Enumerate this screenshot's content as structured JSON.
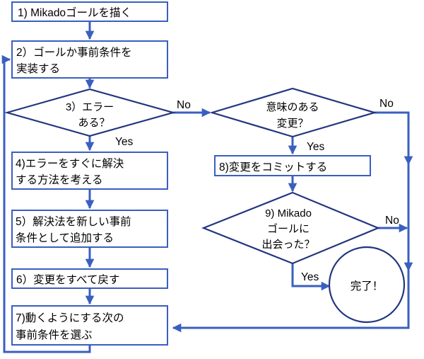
{
  "diagram": {
    "title": "Mikado Method flowchart",
    "colors": {
      "box_stroke": "#3A5FC0",
      "diamond_stroke": "#22357E",
      "connector": "#3A5FC0",
      "text": "#000000",
      "background": "#ffffff"
    },
    "nodes": {
      "n1": {
        "shape": "box",
        "lines": [
          "1) Mikadoゴールを描く"
        ]
      },
      "n2": {
        "shape": "box",
        "lines": [
          "2）ゴールか事前条件を",
          "実装する"
        ]
      },
      "n3": {
        "shape": "diamond",
        "lines": [
          "3）エラー",
          "ある？"
        ]
      },
      "n4": {
        "shape": "box",
        "lines": [
          "4)エラーをすぐに解決",
          "する方法を考える"
        ]
      },
      "n5": {
        "shape": "box",
        "lines": [
          "5）解決法を新しい事前",
          "条件として追加する"
        ]
      },
      "n6": {
        "shape": "box",
        "lines": [
          "6）変更をすべて戻す"
        ]
      },
      "n7": {
        "shape": "box",
        "lines": [
          "7)動くようにする次の",
          "事前条件を選ぶ"
        ]
      },
      "n8": {
        "shape": "diamond",
        "lines": [
          "意味のある",
          "変更？"
        ]
      },
      "n9": {
        "shape": "box",
        "lines": [
          "8)変更をコミットする"
        ]
      },
      "n10": {
        "shape": "diamond",
        "lines": [
          "9) Mikado",
          "ゴールに",
          "出会った？"
        ]
      },
      "n11": {
        "shape": "circle",
        "lines": [
          "完了！"
        ]
      }
    },
    "edge_labels": {
      "e_n3_no": "No",
      "e_n3_yes": "Yes",
      "e_n8_no": "No",
      "e_n8_yes": "Yes",
      "e_n10_no": "No",
      "e_n10_yes": "Yes"
    }
  }
}
